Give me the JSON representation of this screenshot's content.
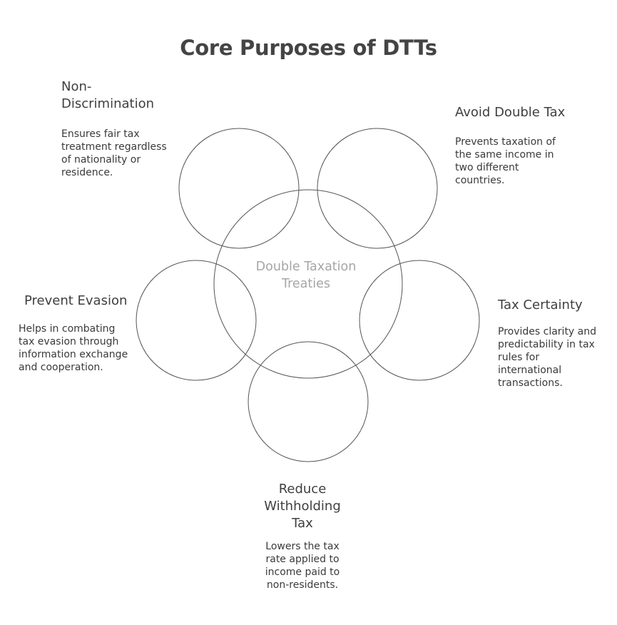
{
  "title": "Core Purposes of DTTs",
  "center": {
    "label": "Double Taxation Treaties"
  },
  "purposes": {
    "non_discrimination": {
      "title": "Non-Discrimination",
      "description": "Ensures fair tax treatment regardless of nationality or residence."
    },
    "avoid_double_tax": {
      "title": "Avoid Double Tax",
      "description": "Prevents taxation of the same income in two different countries."
    },
    "prevent_evasion": {
      "title": "Prevent Evasion",
      "description": "Helps in combating tax evasion through information exchange and cooperation."
    },
    "tax_certainty": {
      "title": "Tax Certainty",
      "description": "Provides clarity and predictability in tax rules for international transactions."
    },
    "reduce_withholding_tax": {
      "title": "Reduce Withholding Tax",
      "description": "Lowers the tax rate applied to income paid to non-residents."
    }
  },
  "colors": {
    "circle_stroke": "#555555",
    "title_text": "#444444",
    "center_text": "#a6a6a6"
  }
}
